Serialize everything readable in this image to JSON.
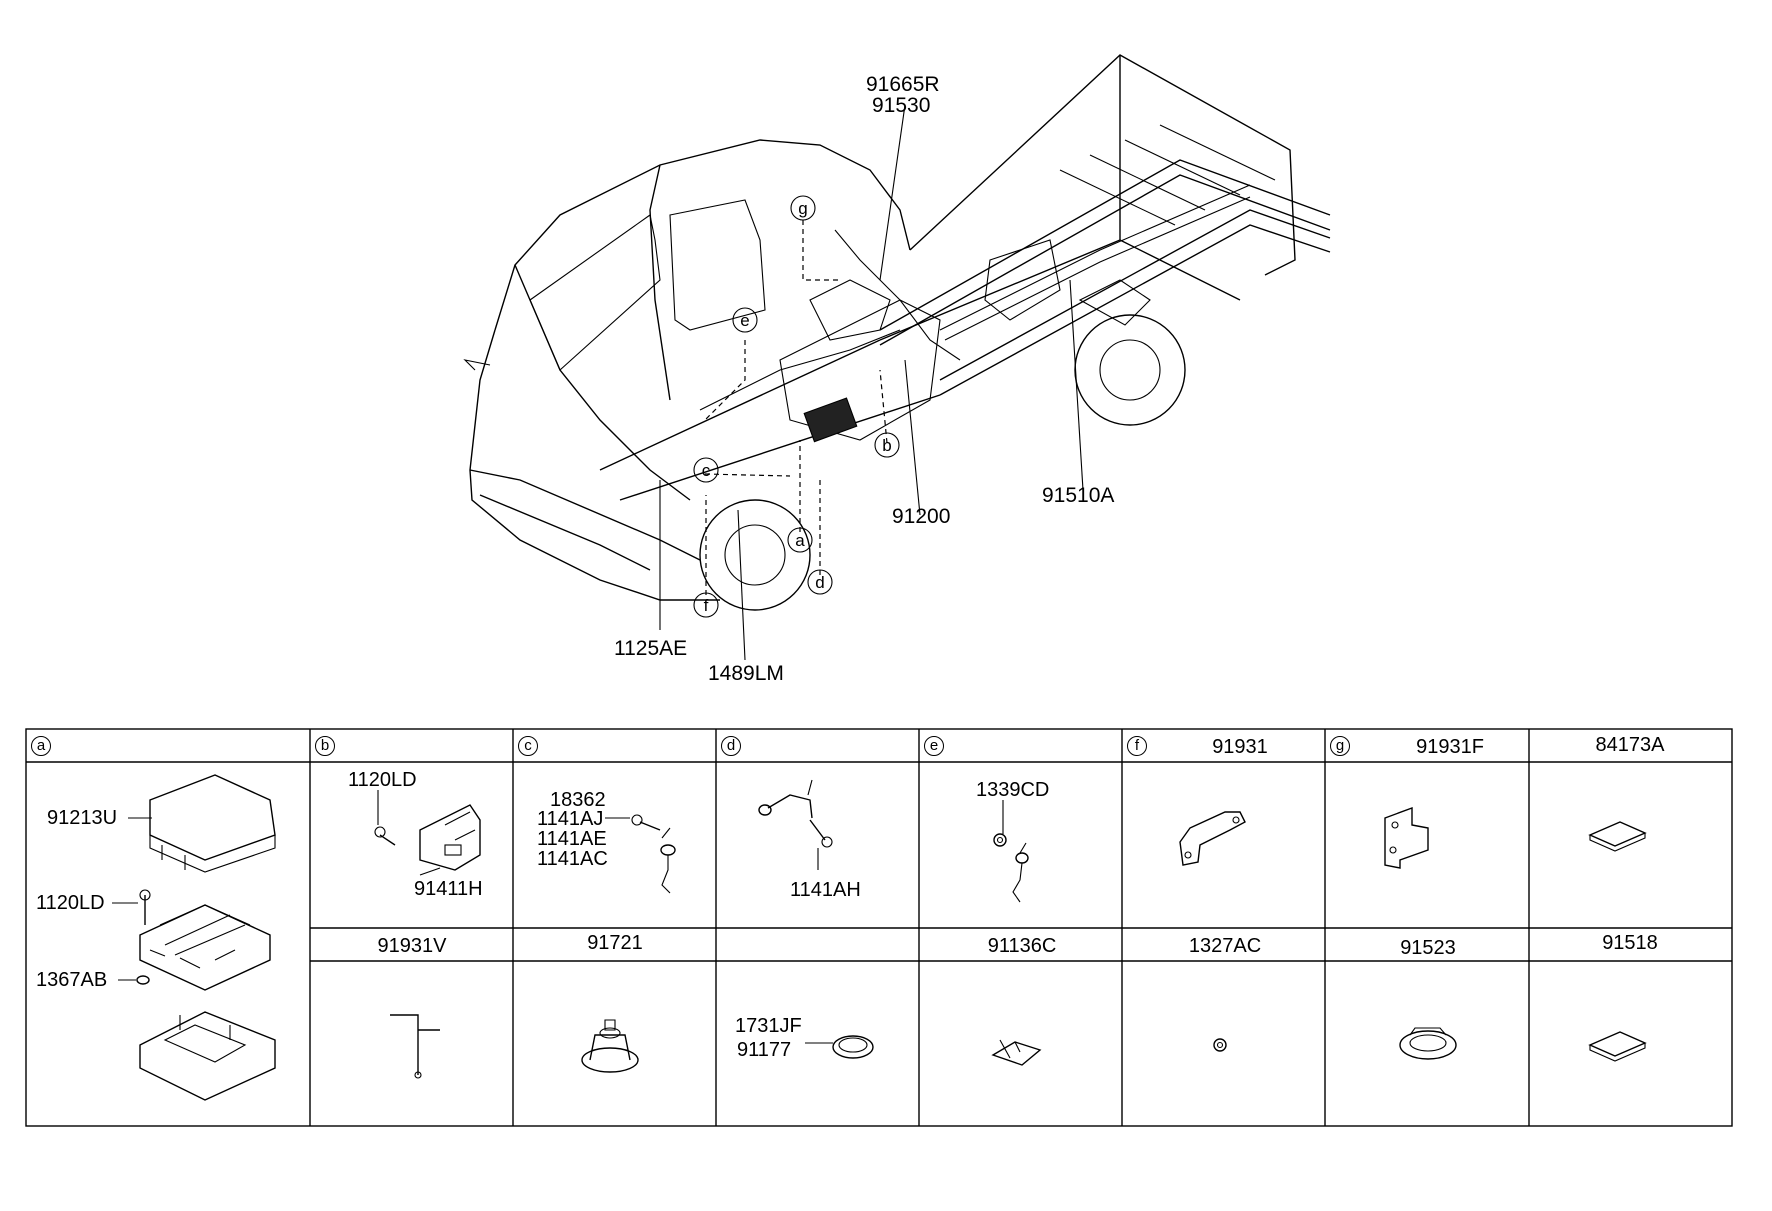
{
  "diagram": {
    "callouts": {
      "c91665r": "91665R",
      "c91530": "91530",
      "c91200": "91200",
      "c91510a": "91510A",
      "c1125ae": "1125AE",
      "c1489lm": "1489LM"
    },
    "letters": [
      "g",
      "e",
      "c",
      "b",
      "a",
      "d",
      "f"
    ]
  },
  "table": {
    "cells": {
      "a": {
        "letter": "a",
        "parts": [
          "91213U",
          "1120LD",
          "1367AB"
        ]
      },
      "b": {
        "letter": "b",
        "parts": [
          "1120LD",
          "91411H"
        ]
      },
      "c": {
        "letter": "c",
        "parts": [
          "18362",
          "1141AJ",
          "1141AE",
          "1141AC"
        ]
      },
      "d": {
        "letter": "d",
        "parts": [
          "1141AH"
        ]
      },
      "e": {
        "letter": "e",
        "parts": [
          "1339CD"
        ]
      },
      "f": {
        "letter": "f",
        "code": "91931"
      },
      "g": {
        "letter": "g",
        "code": "91931F"
      },
      "h": {
        "code": "84173A"
      },
      "r2c1": {
        "code": "91931V"
      },
      "r2c2": {
        "code": "91721"
      },
      "r2c3": {
        "parts": [
          "1731JF",
          "91177"
        ]
      },
      "r2c4": {
        "code": "91136C"
      },
      "r2c5": {
        "code": "1327AC"
      },
      "r2c6": {
        "code": "91523"
      },
      "r2c7": {
        "code": "91518"
      }
    }
  }
}
